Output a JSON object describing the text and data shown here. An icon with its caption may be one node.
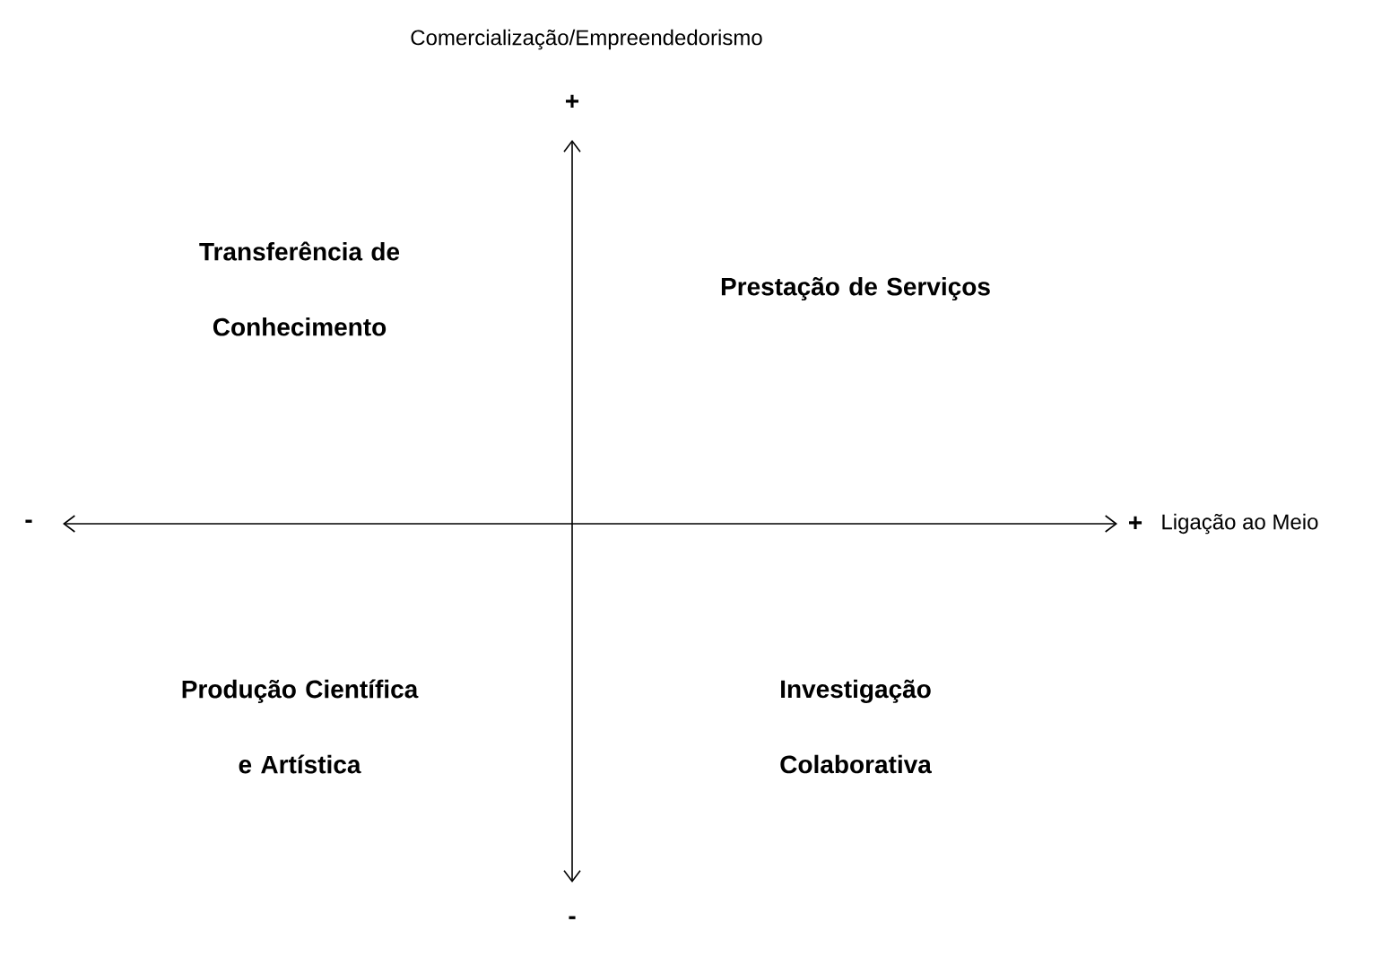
{
  "diagram": {
    "labels": [
      "Comercialização/Empreendedorismo",
      "+",
      "Transferência de Conhecimento",
      "Prestação de Serviços",
      "-",
      "+",
      "Ligação ao Meio",
      "Produção Científica e Artística",
      "Investigação Colaborativa",
      "-"
    ]
  }
}
